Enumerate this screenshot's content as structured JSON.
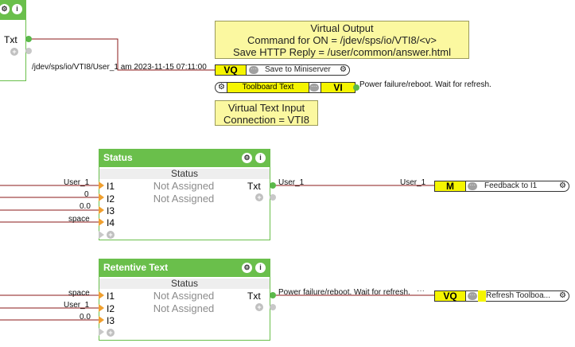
{
  "top_block": {
    "output_label": "Txt"
  },
  "notes": {
    "virtual_output": [
      "Virtual Output",
      "Command for ON = /jdev/sps/io/VTI8/<v>",
      "Save HTTP Reply = /user/common/answer.html"
    ],
    "virtual_text_input": [
      "Virtual Text Input",
      "Connection = VTI8"
    ]
  },
  "wire_labels": {
    "top_cmd": "/jdev/sps/io/VTI8/User_1 am 2023-11-15 07:11:00",
    "power": "Power failure/reboot. Wait for refresh.",
    "status_in1": "User_1",
    "status_in2": "0",
    "status_in3": "0.0",
    "status_in4": "space",
    "status_out": "User_1",
    "status_out2": "User_1",
    "ret_in1": "space",
    "ret_in2": "User_1",
    "ret_in3": "0.0",
    "ret_out": "Power failure/reboot. Wait for refresh."
  },
  "connectors": {
    "save": {
      "tag": "VQ",
      "label": "Save to Miniserver"
    },
    "toolboard": {
      "tag": "VI",
      "label": "Toolboard Text"
    },
    "feedback": {
      "tag": "M",
      "label": "Feedback to I1"
    },
    "refresh": {
      "tag": "VQ",
      "label": "Refresh Toolboa..."
    }
  },
  "status_block": {
    "title": "Status",
    "subtitle": "Status",
    "inputs": [
      "I1",
      "I2",
      "I3",
      "I4"
    ],
    "values": [
      "Not Assigned",
      "Not Assigned"
    ],
    "output": "Txt"
  },
  "retentive_block": {
    "title": "Retentive Text",
    "subtitle": "Status",
    "inputs": [
      "I1",
      "I2",
      "I3"
    ],
    "values": [
      "Not Assigned",
      "Not Assigned"
    ],
    "output": "Txt"
  },
  "icons": {
    "settings": "gear-icon",
    "info": "info-icon",
    "more": "more-icon",
    "add": "plus-icon"
  },
  "colors": {
    "block_green": "#6abf4b",
    "wire_red": "#8b1a1a",
    "pin_orange": "#f0a030",
    "tag_yellow": "#f5f500",
    "note_yellow": "#fbf8a0"
  }
}
